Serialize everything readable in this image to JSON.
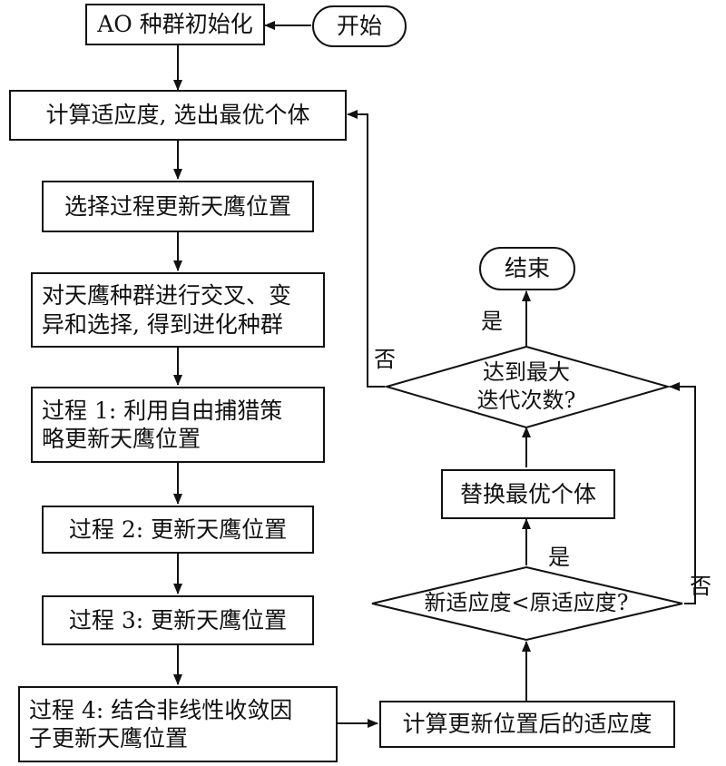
{
  "nodes": {
    "init": "AO 种群初始化",
    "start": "开始",
    "fitness": "计算适应度, 选出最优个体",
    "select": "选择过程更新天鹰位置",
    "evolve_line1": "对天鹰种群进行交叉、变",
    "evolve_line2": "异和选择, 得到进化种群",
    "step1_line1": "过程 1: 利用自由捕猎策",
    "step1_line2": "略更新天鹰位置",
    "step2": "过程 2: 更新天鹰位置",
    "step3": "过程 3: 更新天鹰位置",
    "step4_line1": "过程 4: 结合非线性收敛因",
    "step4_line2": "子更新天鹰位置",
    "compute_new": "计算更新位置后的适应度",
    "compare": "新适应度<原适应度?",
    "replace": "替换最优个体",
    "maxiter_line1": "达到最大",
    "maxiter_line2": "迭代次数?",
    "end": "结束"
  },
  "edge_labels": {
    "yes_end": "是",
    "no_loop": "否",
    "yes_replace": "是",
    "no_compare": "否"
  }
}
